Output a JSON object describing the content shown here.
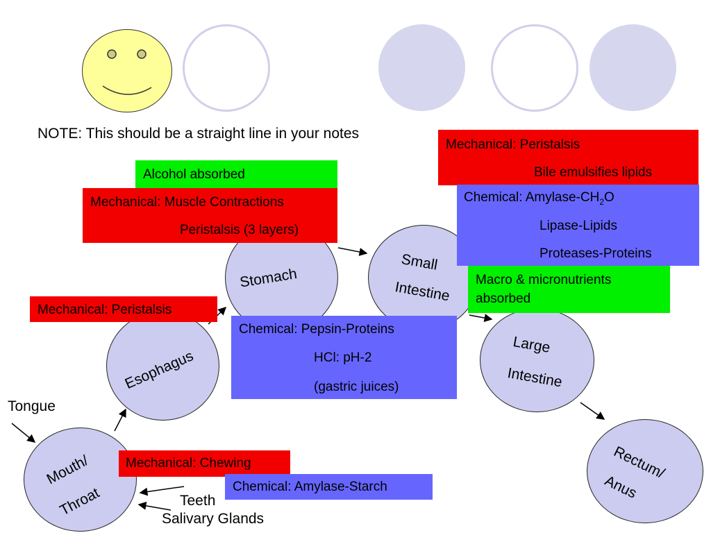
{
  "note": "NOTE: This should be a straight line in your notes",
  "organs": {
    "mouth": [
      "Mouth/",
      "Throat"
    ],
    "esophagus": "Esophagus",
    "stomach": "Stomach",
    "small_intestine": [
      "Small",
      "Intestine"
    ],
    "large_intestine": [
      "Large",
      "Intestine"
    ],
    "rectum": [
      "Rectum/",
      "Anus"
    ]
  },
  "labels": {
    "tongue": "Tongue",
    "teeth": "Teeth",
    "salivary": "Salivary Glands"
  },
  "boxes": {
    "mouth_mech": "Mechanical: Chewing",
    "mouth_chem": "Chemical: Amylase-Starch",
    "esoph_mech": "Mechanical: Peristalsis",
    "stomach_alcohol": "Alcohol absorbed",
    "stomach_mech": [
      "Mechanical: Muscle Contractions",
      "Peristalsis (3 layers)"
    ],
    "stomach_chem": [
      "Chemical: Pepsin-Proteins",
      "HCl: pH-2",
      "(gastric juices)"
    ],
    "si_mech": [
      "Mechanical: Peristalsis",
      "Bile emulsifies lipids"
    ],
    "si_chem": {
      "line1_prefix": "Chemical:  Amylase-CH",
      "line1_sub": "2",
      "line1_suffix": "O",
      "line2": "Lipase-Lipids",
      "line3": "Proteases-Proteins"
    },
    "si_absorb": [
      "Macro & micronutrients",
      "absorbed"
    ]
  },
  "colors": {
    "mechanical": "#f20000",
    "chemical": "#6666ff",
    "absorption": "#00f000",
    "organ_fill": "#ccccf0",
    "smiley": "#ffff99",
    "deco_fill": "#d6d6ee",
    "deco_ring": "#d0d0ec"
  }
}
